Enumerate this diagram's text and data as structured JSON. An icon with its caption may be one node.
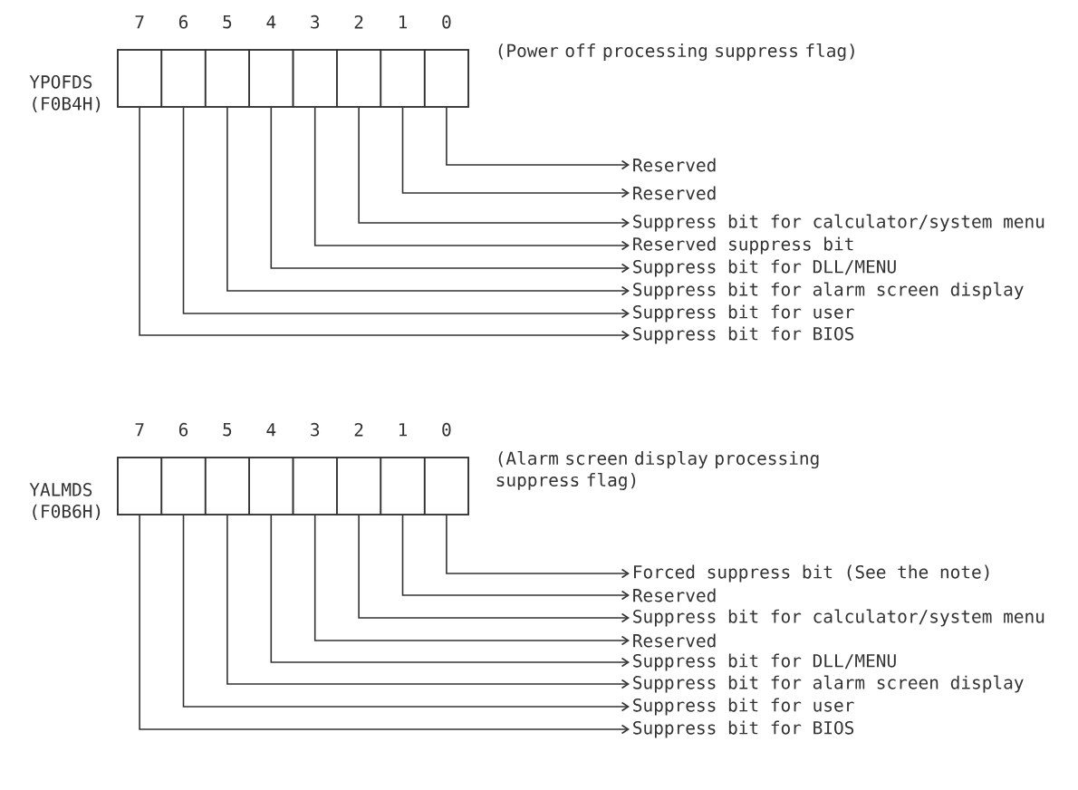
{
  "diagram": {
    "nodes": [
      {
        "text": [
          "YPOFDS (F0B4H)"
        ],
        "beside": [
          "(Power off processing suppress flag)"
        ]
      },
      {
        "text": [],
        "shape": "box",
        "in": 0
      },
      {
        "text": [],
        "shape": "box",
        "in": 0
      },
      {
        "text": [],
        "shape": "box",
        "in": 0
      },
      {
        "text": [],
        "shape": "box",
        "in": 0
      },
      {
        "text": [],
        "shape": "box",
        "in": 0
      },
      {
        "text": [],
        "shape": "box",
        "in": 0
      },
      {
        "text": [],
        "shape": "box",
        "in": 0
      },
      {
        "text": [],
        "shape": "box",
        "in": 0
      },
      {
        "text": [
          "Reserved"
        ]
      },
      {
        "text": [
          "Reserved"
        ]
      },
      {
        "text": [
          "Suppress bit for calculator/system menu"
        ]
      },
      {
        "text": [
          "Reserved suppress bit"
        ]
      },
      {
        "text": [
          "Suppress bit for DLL/MENU"
        ]
      },
      {
        "text": [
          "Suppress bit for alarm screen display"
        ]
      },
      {
        "text": [
          "Suppress bit for user"
        ]
      },
      {
        "text": [
          "Suppress bit for BIOS"
        ]
      },
      {
        "text": [
          "YALMDS (F0B6H)"
        ],
        "beside": [
          "(Alarm screen display processing suppress flag)"
        ]
      },
      {
        "text": [],
        "shape": "box",
        "in": 17
      },
      {
        "text": [],
        "shape": "box",
        "in": 17
      },
      {
        "text": [],
        "shape": "box",
        "in": 17
      },
      {
        "text": [],
        "shape": "box",
        "in": 17
      },
      {
        "text": [],
        "shape": "box",
        "in": 17
      },
      {
        "text": [],
        "shape": "box",
        "in": 17
      },
      {
        "text": [],
        "shape": "box",
        "in": 17
      },
      {
        "text": [],
        "shape": "box",
        "in": 17
      },
      {
        "text": [
          "Forced suppress bit (See the note)"
        ]
      },
      {
        "text": [
          "Reserved"
        ]
      },
      {
        "text": [
          "Suppress bit for calculator/system menu"
        ]
      },
      {
        "text": [
          "Reserved"
        ]
      },
      {
        "text": [
          "Suppress bit for DLL/MENU"
        ]
      },
      {
        "text": [
          "Suppress bit for alarm screen display"
        ]
      },
      {
        "text": [
          "Suppress bit for user"
        ]
      },
      {
        "text": [
          "Suppress bit for BIOS"
        ]
      }
    ],
    "edges": [
      {
        "from": 8,
        "to": 9,
        "arrow": "to"
      },
      {
        "from": 7,
        "to": 10,
        "arrow": "to"
      },
      {
        "from": 6,
        "to": 11,
        "arrow": "to"
      },
      {
        "from": 5,
        "to": 12,
        "arrow": "to"
      },
      {
        "from": 4,
        "to": 13,
        "arrow": "to"
      },
      {
        "from": 3,
        "to": 14,
        "arrow": "to"
      },
      {
        "from": 2,
        "to": 15,
        "arrow": "to"
      },
      {
        "from": 1,
        "to": 16,
        "arrow": "to"
      },
      {
        "from": 25,
        "to": 26,
        "arrow": "to"
      },
      {
        "from": 24,
        "to": 27,
        "arrow": "to"
      },
      {
        "from": 23,
        "to": 28,
        "arrow": "to"
      },
      {
        "from": 22,
        "to": 29,
        "arrow": "to"
      },
      {
        "from": 21,
        "to": 30,
        "arrow": "to"
      },
      {
        "from": 20,
        "to": 31,
        "arrow": "to"
      },
      {
        "from": 19,
        "to": 32,
        "arrow": "to"
      },
      {
        "from": 18,
        "to": 33,
        "arrow": "to"
      }
    ],
    "labels": [
      "7",
      "6",
      "5",
      "4",
      "3",
      "2",
      "1",
      "0",
      "7",
      "6",
      "5",
      "4",
      "3",
      "2",
      "1",
      "0"
    ]
  }
}
